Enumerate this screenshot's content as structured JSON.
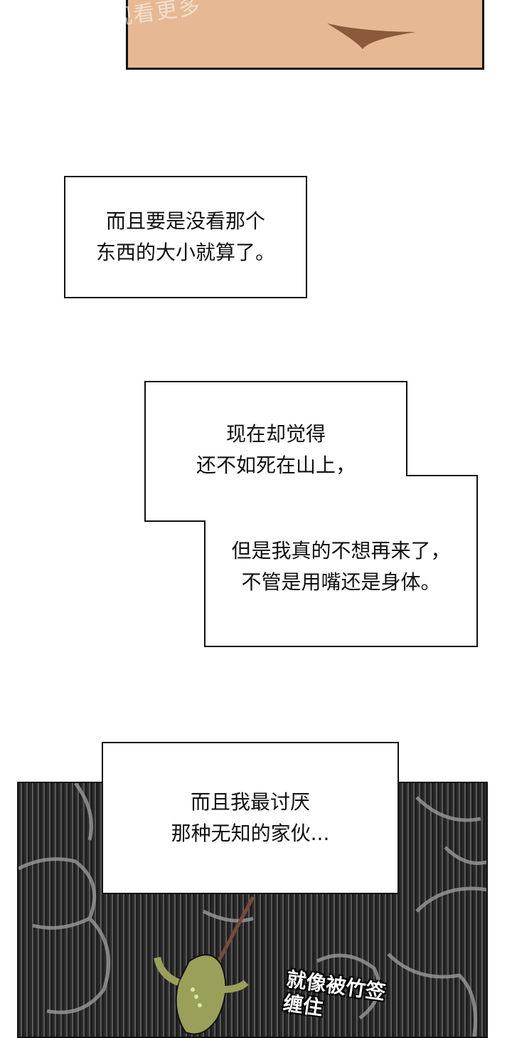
{
  "top_panel": {
    "watermark": "观看更多"
  },
  "captions": [
    "而且要是没看那个\n东西的大小就算了。",
    "现在却觉得\n还不如死在山上，",
    "但是我真的不想再来了，\n不管是用嘴还是身体。",
    "而且我最讨厌\n那种无知的家伙..."
  ],
  "sfx": "就像被竹签\n缠住"
}
